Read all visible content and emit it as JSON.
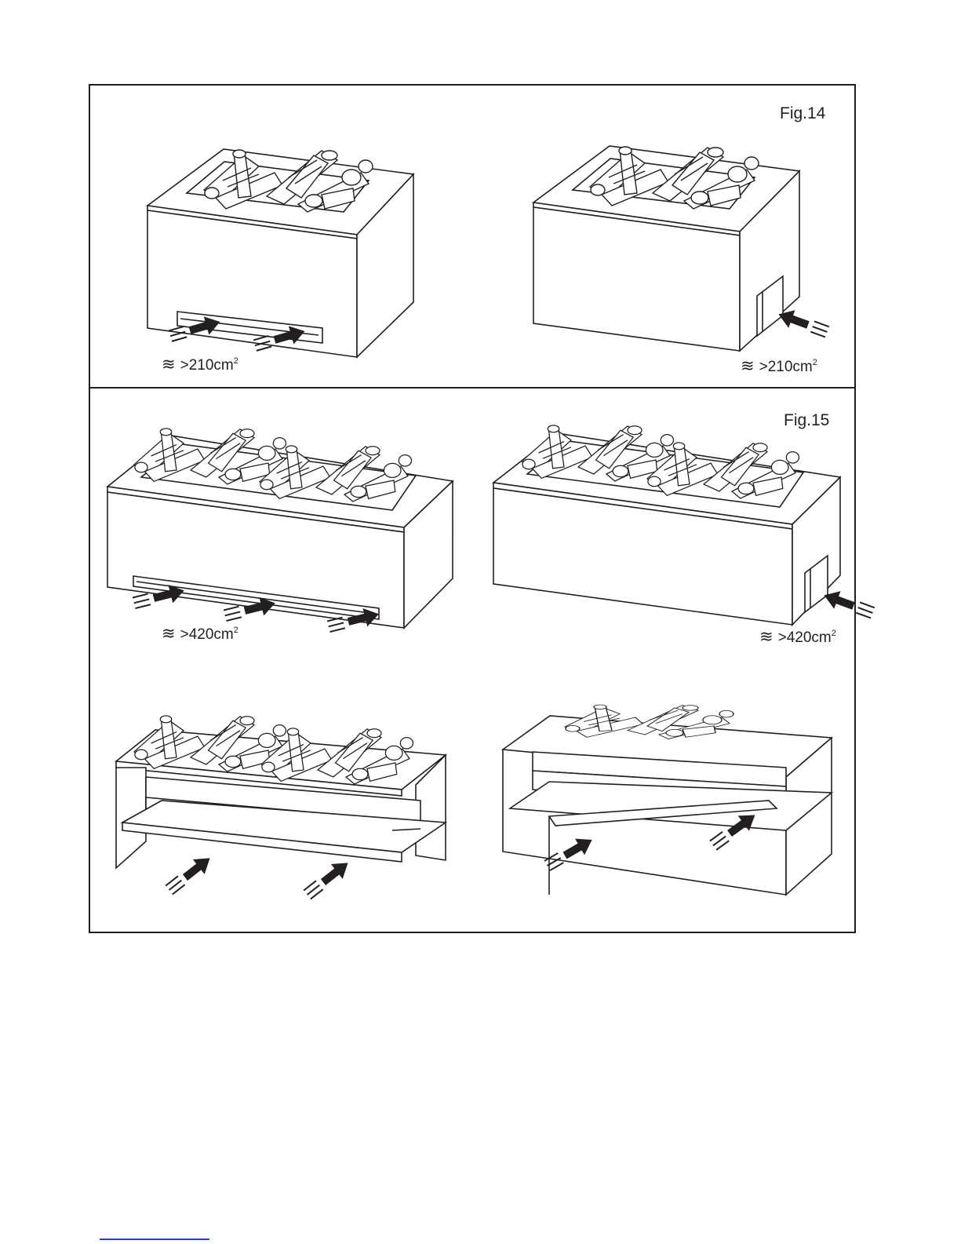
{
  "figures": [
    {
      "id": "fig14",
      "label": "Fig.14",
      "areas": [
        {
          "value": ">210cm",
          "sup": "2"
        },
        {
          "value": ">210cm",
          "sup": "2"
        }
      ]
    },
    {
      "id": "fig15",
      "label": "Fig.15",
      "areas": [
        {
          "value": ">420cm",
          "sup": "2"
        },
        {
          "value": ">420cm",
          "sup": "2"
        }
      ]
    }
  ],
  "icons": {
    "airflow": "airflow-wave-icon",
    "arrow": "inflow-arrow-icon"
  },
  "colors": {
    "line": "#231f20",
    "fill": "#ffffff",
    "link": "#2a3fd8"
  }
}
